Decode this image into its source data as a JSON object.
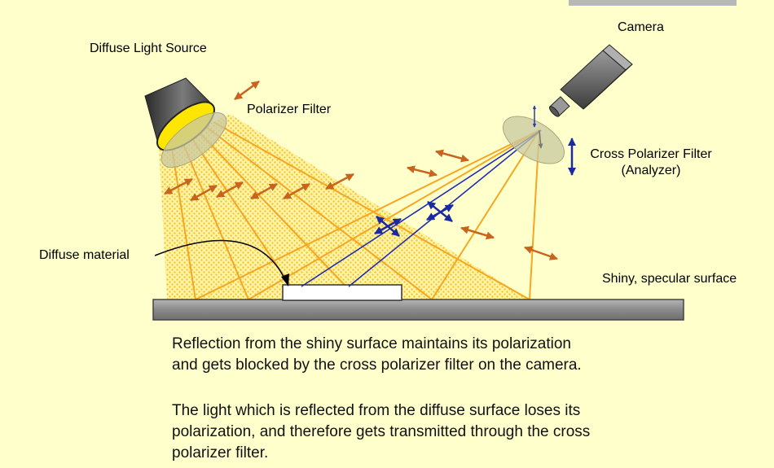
{
  "labels": {
    "light_source": "Diffuse Light Source",
    "polarizer": "Polarizer Filter",
    "camera": "Camera",
    "cross_polarizer_line1": "Cross Polarizer Filter",
    "cross_polarizer_line2": "(Analyzer)",
    "diffuse_material": "Diffuse material",
    "shiny_surface": "Shiny, specular surface"
  },
  "caption": {
    "p1_line1": "Reflection from the shiny surface maintains its polarization",
    "p1_line2": "and gets blocked by the cross polarizer filter on the camera.",
    "p2_line1": "The light which is reflected from the diffuse surface loses its",
    "p2_line2": "polarization, and therefore gets transmitted through the cross",
    "p2_line3": "polarizer filter."
  },
  "colors": {
    "background": "#ffffcc",
    "light_cone": "#ffe766",
    "light_ray": "#f5a623",
    "polarization_arrow": "#c8641e",
    "diffuse_ray": "#1f2db0",
    "analyzer_arrow": "#1a2aa0",
    "filter": "#c8c8a0",
    "surface": "#8c8c8c"
  },
  "icons": [
    "lamp-icon",
    "camera-icon",
    "filter-disc-icon",
    "double-arrow-icon",
    "cross-arrow-icon"
  ]
}
